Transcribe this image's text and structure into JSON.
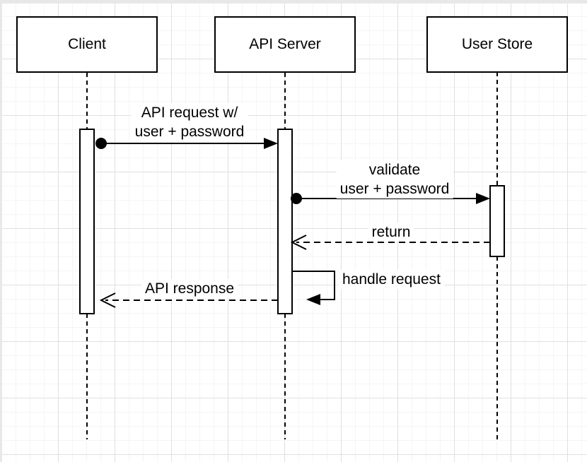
{
  "diagram": {
    "type": "uml-sequence",
    "actors": [
      {
        "id": "client",
        "label": "Client"
      },
      {
        "id": "api-server",
        "label": "API Server"
      },
      {
        "id": "user-store",
        "label": "User Store"
      }
    ],
    "messages": [
      {
        "from": "Client",
        "to": "API Server",
        "label": "API request w/\nuser + password",
        "line": "solid",
        "start": "dot",
        "end": "filled-arrow"
      },
      {
        "from": "API Server",
        "to": "User Store",
        "label": "validate\nuser + password",
        "line": "solid",
        "start": "dot",
        "end": "filled-arrow"
      },
      {
        "from": "User Store",
        "to": "API Server",
        "label": "return",
        "line": "dashed",
        "end": "open-arrow"
      },
      {
        "from": "API Server",
        "to": "API Server",
        "label": "handle request",
        "line": "solid",
        "end": "filled-arrow",
        "self_message": true
      },
      {
        "from": "API Server",
        "to": "Client",
        "label": "API response",
        "line": "dashed",
        "end": "open-arrow"
      }
    ],
    "colors": {
      "stroke": "#000000",
      "fill": "#ffffff",
      "grid_minor": "#f5f5f5",
      "grid_major": "#e0e0e0",
      "canvas_edge": "#e8e8e8"
    }
  }
}
